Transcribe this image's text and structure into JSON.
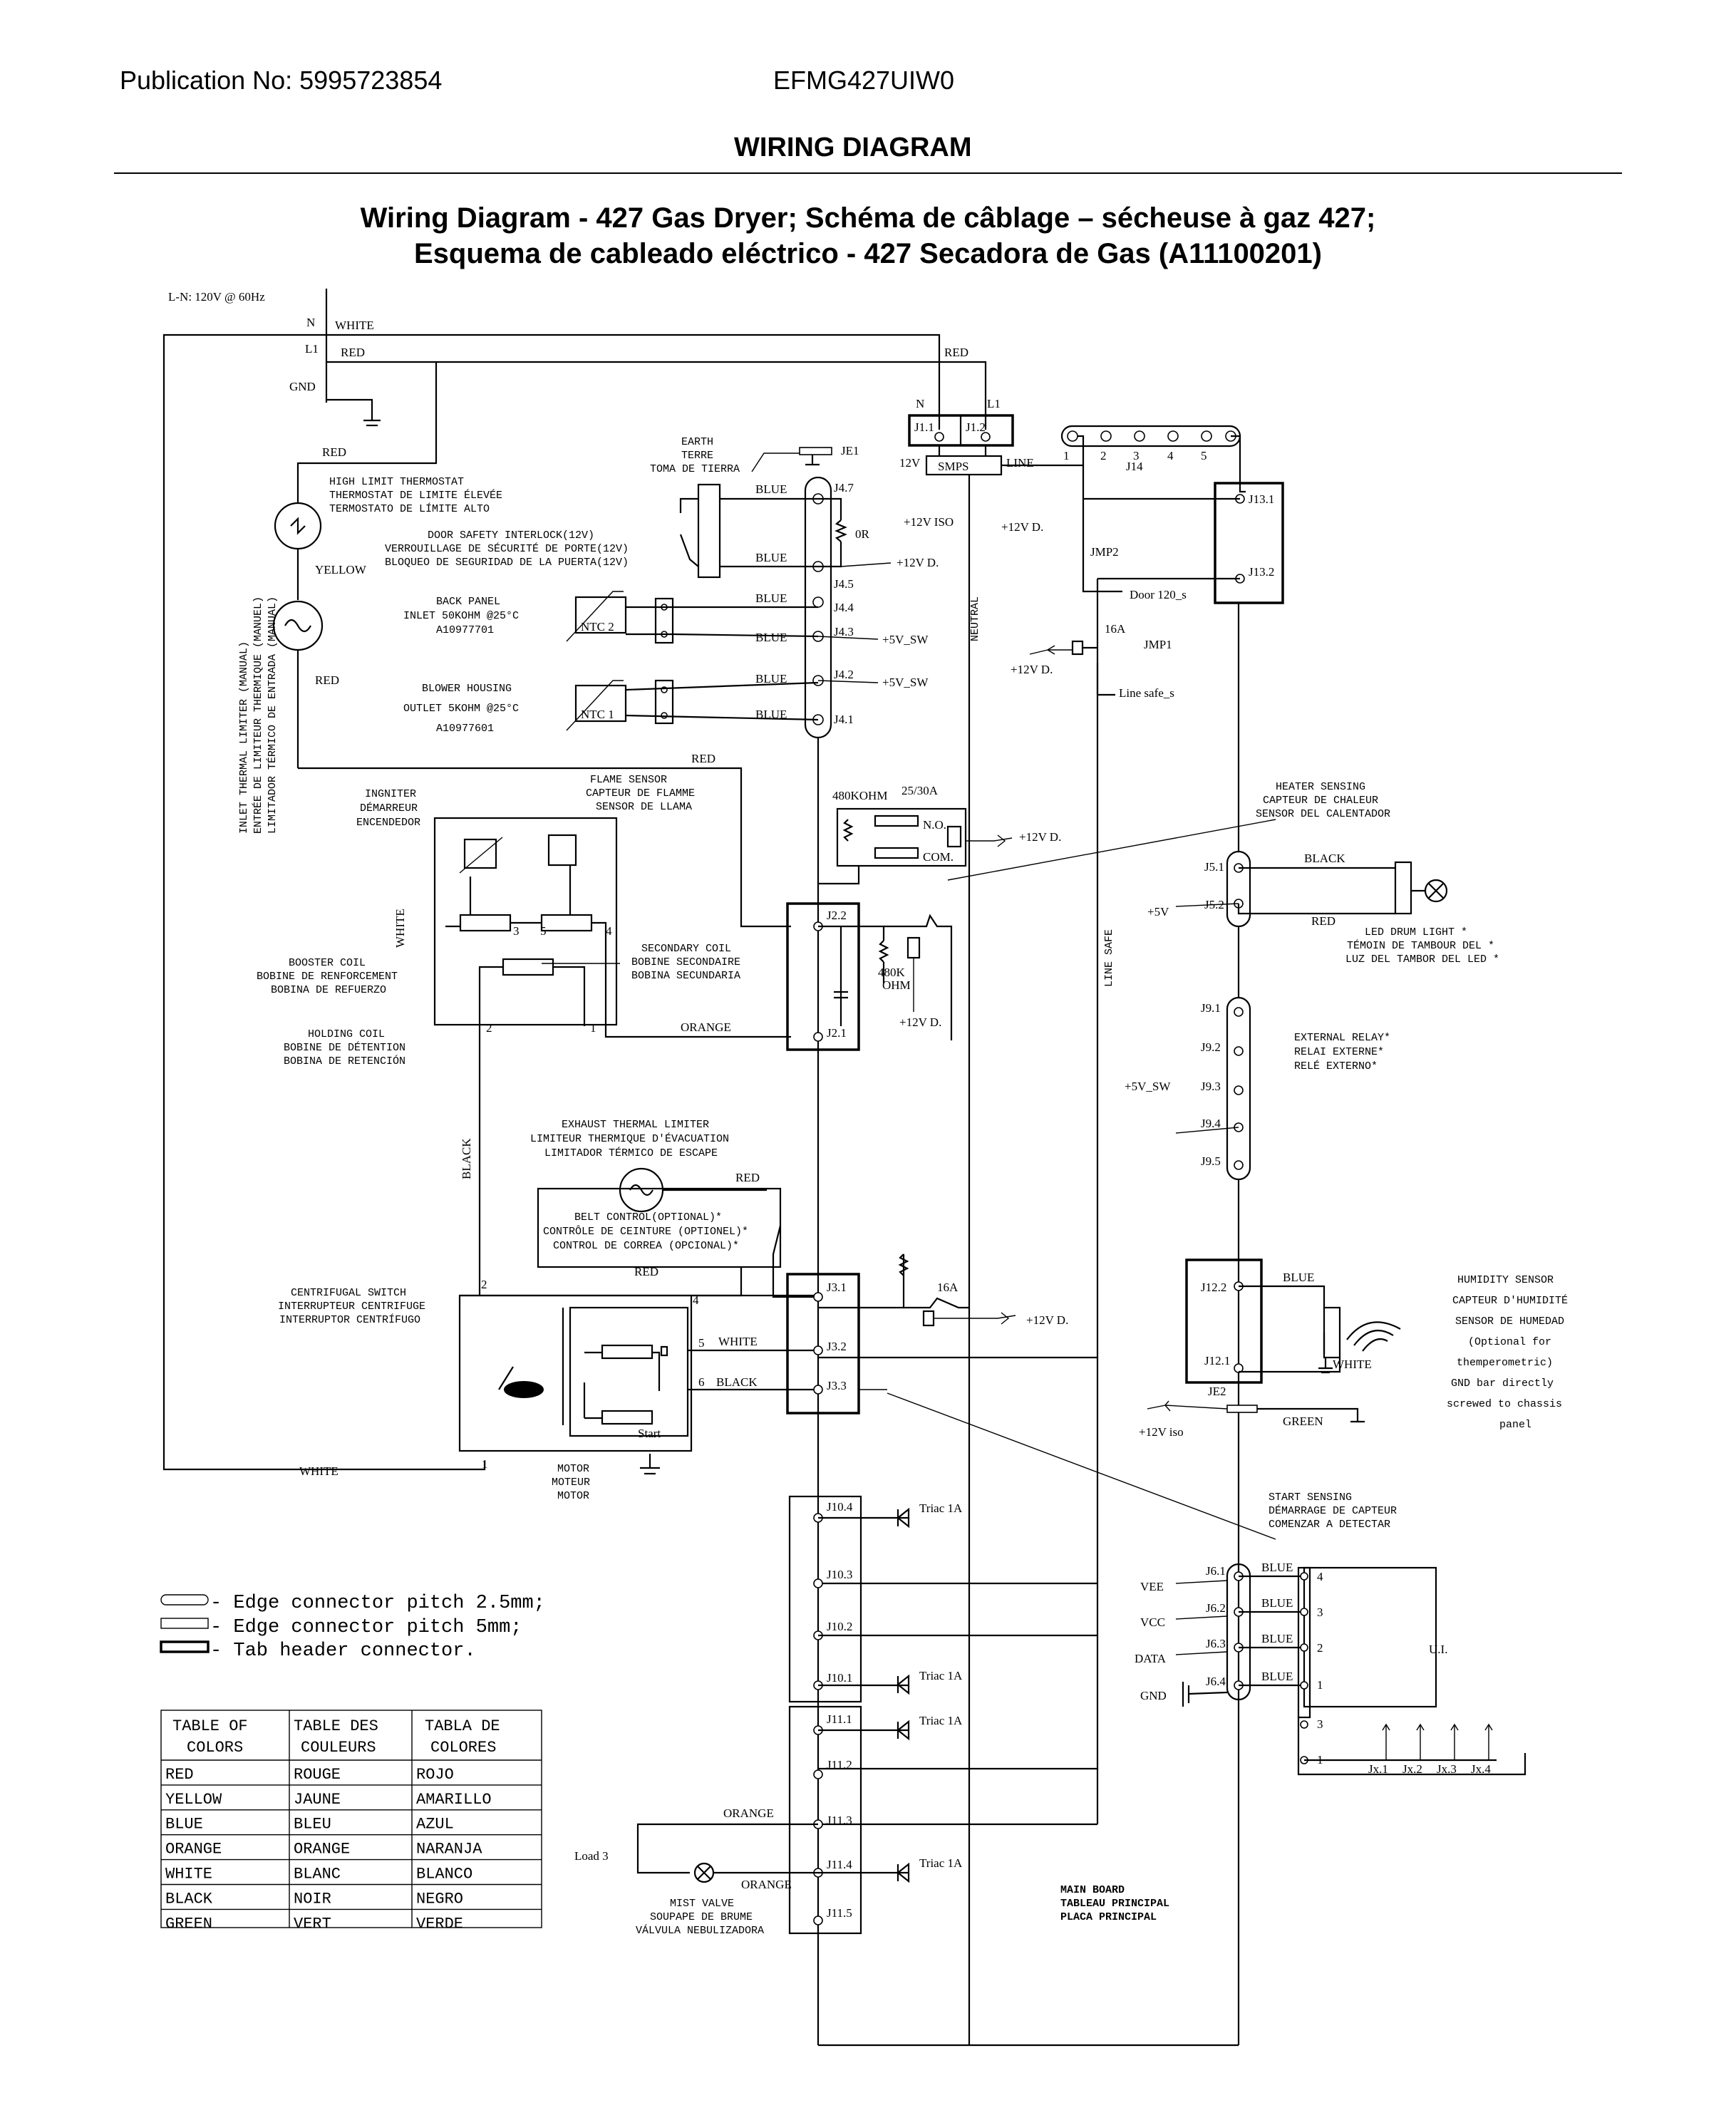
{
  "header": {
    "publication": "Publication No: 5995723854",
    "model": "EFMG427UIW0",
    "section_title": "WIRING DIAGRAM"
  },
  "title": {
    "line1": "Wiring Diagram - 427 Gas Dryer; Schéma de câblage – sécheuse à gaz 427;",
    "line2": "Esquema de cableado eléctrico - 427 Secadora de Gas (A11100201)"
  },
  "supply": {
    "spec": "L-N: 120V @ 60Hz",
    "n": "N",
    "l1": "L1",
    "gnd": "GND"
  },
  "wires": {
    "white": "WHITE",
    "red": "RED",
    "blue": "BLUE",
    "yellow": "YELLOW",
    "black": "BLACK",
    "orange": "ORANGE",
    "green": "GREEN"
  },
  "components": {
    "earth": [
      "EARTH",
      "TERRE",
      "TOMA DE TIERRA"
    ],
    "high_limit": [
      "HIGH LIMIT THERMOSTAT",
      "THERMOSTAT DE LIMITE ÉLEVÉE",
      "TERMOSTATO DE LÍMITE ALTO"
    ],
    "door_interlock": [
      "DOOR SAFETY INTERLOCK(12V)",
      "VERROUILLAGE DE SÉCURITÉ DE PORTE(12V)",
      "BLOQUEO DE SEGURIDAD DE LA PUERTA(12V)"
    ],
    "back_panel": [
      "BACK PANEL",
      "INLET 50KOHM @25°C",
      "A10977701"
    ],
    "blower": [
      "BLOWER HOUSING",
      "OUTLET 5KOHM @25°C",
      "A10977601"
    ],
    "ntc2": "NTC 2",
    "ntc1": "NTC 1",
    "inlet_limiter": [
      "INLET THERMAL LIMITER (MANUAL)",
      "ENTRÉE DE LIMITEUR THERMIQUE (MANUEL)",
      "LIMITADOR TÉRMICO DE ENTRADA (MANUAL)"
    ],
    "ignitor": [
      "INGNITER",
      "DÉMARREUR",
      "ENCENDEDOR"
    ],
    "flame_sensor": [
      "FLAME SENSOR",
      "CAPTEUR DE FLAMME",
      "SENSOR DE LLAMA"
    ],
    "booster": [
      "BOOSTER COIL",
      "BOBINE DE RENFORCEMENT",
      "BOBINA DE REFUERZO"
    ],
    "secondary": [
      "SECONDARY COIL",
      "BOBINE SECONDAIRE",
      "BOBINA SECUNDARIA"
    ],
    "holding": [
      "HOLDING COIL",
      "BOBINE DE DÉTENTION",
      "BOBINA DE RETENCIÓN"
    ],
    "exhaust": [
      "EXHAUST THERMAL LIMITER",
      "LIMITEUR THERMIQUE D'ÉVACUATION",
      "LIMITADOR TÉRMICO DE ESCAPE"
    ],
    "belt": [
      "BELT CONTROL(OPTIONAL)*",
      "CONTRÔLE DE CEINTURE (OPTIONEL)*",
      "CONTROL DE CORREA (OPCIONAL)*"
    ],
    "centrifugal": [
      "CENTRIFUGAL SWITCH",
      "INTERRUPTEUR CENTRIFUGE",
      "INTERRUPTOR CENTRÍFUGO"
    ],
    "motor": [
      "MOTOR",
      "MOTEUR",
      "MOTOR"
    ],
    "start": "Start",
    "heater_sensing": [
      "HEATER SENSING",
      "CAPTEUR DE CHALEUR",
      "SENSOR DEL CALENTADOR"
    ],
    "led_drum": [
      "LED DRUM LIGHT *",
      "TÉMOIN DE TAMBOUR DEL *",
      "LUZ DEL TAMBOR DEL LED *"
    ],
    "external_relay": [
      "EXTERNAL RELAY*",
      "RELAI EXTERNE*",
      "RELÉ EXTERNO*"
    ],
    "humidity": [
      "HUMIDITY SENSOR",
      "CAPTEUR D'HUMIDITÉ",
      "SENSOR DE HUMEDAD",
      "(Optional for",
      "themperometric)",
      "GND bar directly",
      "screwed to chassis",
      "panel"
    ],
    "start_sensing": [
      "START SENSING",
      "DÉMARRAGE DE CAPTEUR",
      "COMENZAR A DETECTAR"
    ],
    "mist_valve": [
      "MIST VALVE",
      "SOUPAPE DE BRUME",
      "VÁLVULA NEBULIZADORA"
    ],
    "main_board": [
      "MAIN BOARD",
      "TABLEAU PRINCIPAL",
      "PLACA PRINCIPAL"
    ],
    "ui": "U.I.",
    "load3": "Load 3",
    "smps": "SMPS",
    "neutral": "NEUTRAL",
    "line_safe": "LINE SAFE",
    "line": "LINE",
    "v12": "12V",
    "r_0r": "0R",
    "r480k": "480KOHM",
    "r480k2": "480K",
    "ohm": "OHM",
    "relay_25": "25/30A",
    "no": "N.O.",
    "com": "COM.",
    "triac": "Triac 1A",
    "a16": "16A",
    "jmp1": "JMP1",
    "jmp2": "JMP2",
    "door120": "Door 120_s",
    "linesafe_s": "Line safe_s"
  },
  "signals": {
    "p12iso": "+12V ISO",
    "p12iso2": "+12V iso",
    "p12d": "+12V D.",
    "p5sw": "+5V_SW",
    "p5": "+5V",
    "vee": "VEE",
    "vcc": "VCC",
    "data": "DATA",
    "gnd": "GND"
  },
  "connectors": {
    "j11": "J1.1",
    "j12": "J1.2",
    "je1": "JE1",
    "je2": "JE2",
    "j14": "J14",
    "j47": "J4.7",
    "j45": "J4.5",
    "j44": "J4.4",
    "j43": "J4.3",
    "j42": "J4.2",
    "j41": "J4.1",
    "j131": "J13.1",
    "j132": "J13.2",
    "j22": "J2.2",
    "j21": "J2.1",
    "j51": "J5.1",
    "j52": "J5.2",
    "j91": "J9.1",
    "j92": "J9.2",
    "j93": "J9.3",
    "j94": "J9.4",
    "j95": "J9.5",
    "j31": "J3.1",
    "j32": "J3.2",
    "j33": "J3.3",
    "j122": "J12.2",
    "j121": "J12.1",
    "j104": "J10.4",
    "j103": "J10.3",
    "j102": "J10.2",
    "j101": "J10.1",
    "j111": "J11.1",
    "j112": "J11.2",
    "j113": "J11.3",
    "j114": "J11.4",
    "j115": "J11.5",
    "j61": "J6.1",
    "j62": "J6.2",
    "j63": "J6.3",
    "j64": "J6.4",
    "jx1": "Jx.1",
    "jx2": "Jx.2",
    "jx3": "Jx.3",
    "jx4": "Jx.4"
  },
  "legend": [
    "- Edge connector pitch 2.5mm;",
    "- Edge connector pitch 5mm;",
    "- Tab header connector."
  ],
  "color_table": {
    "headers": [
      [
        "TABLE OF",
        "COLORS"
      ],
      [
        "TABLE DES",
        "COULEURS"
      ],
      [
        "TABLA DE",
        "COLORES"
      ]
    ],
    "rows": [
      [
        "RED",
        "ROUGE",
        "ROJO"
      ],
      [
        "YELLOW",
        "JAUNE",
        "AMARILLO"
      ],
      [
        "BLUE",
        "BLEU",
        "AZUL"
      ],
      [
        "ORANGE",
        "ORANGE",
        "NARANJA"
      ],
      [
        "WHITE",
        "BLANC",
        "BLANCO"
      ],
      [
        "BLACK",
        "NOIR",
        "NEGRO"
      ],
      [
        "GREEN",
        "VERT",
        "VERDE"
      ]
    ]
  }
}
